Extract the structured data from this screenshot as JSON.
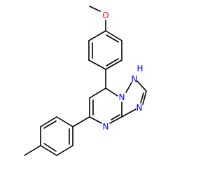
{
  "structure": {
    "atoms": {
      "methoxy_oxygen": "O",
      "ring_nh": "N",
      "ring_nh_hydrogen": "H",
      "bridgehead_nitrogen": "N",
      "triazole_nitrogen_right": "N",
      "pyrimidine_nitrogen": "N"
    },
    "colors": {
      "bond": "#000000",
      "oxygen": "#ff0000",
      "nitrogen": "#0000ff"
    }
  }
}
